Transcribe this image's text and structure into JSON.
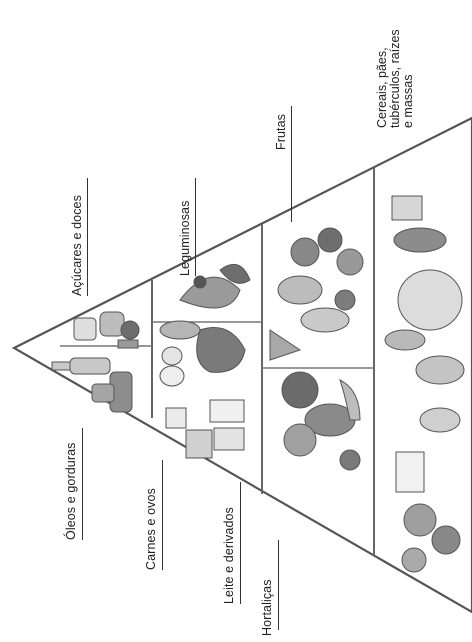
{
  "pyramid": {
    "labels": {
      "oleos": "Óleos e gorduras",
      "acucares": "Açúcares e doces",
      "carnes": "Carnes e ovos",
      "leguminosas": "Leguminosas",
      "leite": "Leite e derivados",
      "frutas": "Frutas",
      "hortalicas": "Hortaliças",
      "cereais": [
        "Cereais, pães,",
        "tubérculos, raízes",
        "e massas"
      ]
    }
  }
}
